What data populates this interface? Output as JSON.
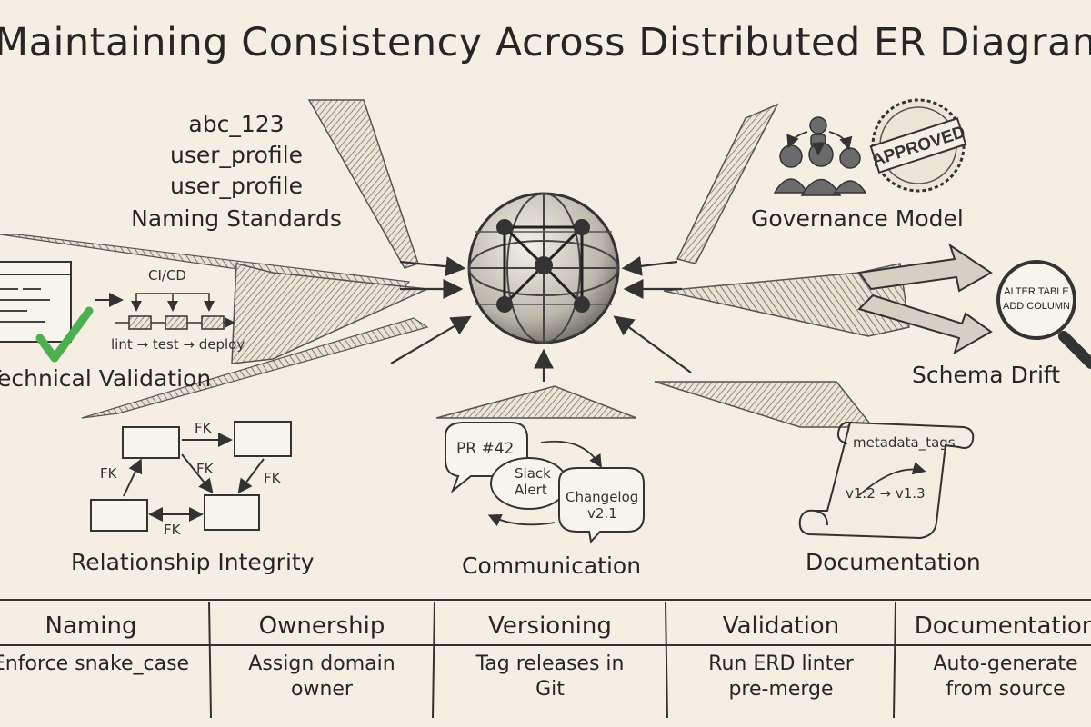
{
  "title": "Maintaining Consistency Across Distributed ER Diagrams",
  "naming": {
    "examples": [
      "abc_123",
      "user_profile",
      "user_profile"
    ],
    "label": "Naming Standards"
  },
  "governance": {
    "stamp": "APPROVED",
    "label": "Governance Model"
  },
  "technical": {
    "pipeline_title": "CI/CD",
    "steps": "lint → test → deploy",
    "label": "Technical Validation"
  },
  "drift": {
    "lens_line1": "ALTER TABLE",
    "lens_line2": "ADD COLUMN",
    "label": "Schema Drift"
  },
  "relationship": {
    "fk": "FK",
    "label": "Relationship Integrity"
  },
  "communication": {
    "pr": "PR #42",
    "slack_line1": "Slack",
    "slack_line2": "Alert",
    "changelog_line1": "Changelog",
    "changelog_line2": "v2.1",
    "label": "Communication"
  },
  "documentation": {
    "tag": "metadata_tags",
    "versions": "v1.2 → v1.3",
    "label": "Documentation"
  },
  "table": [
    {
      "header": "Naming",
      "lines": [
        "Enforce snake_case"
      ]
    },
    {
      "header": "Ownership",
      "lines": [
        "Assign domain",
        "owner"
      ]
    },
    {
      "header": "Versioning",
      "lines": [
        "Tag releases in",
        "Git"
      ]
    },
    {
      "header": "Validation",
      "lines": [
        "Run ERD linter",
        "pre-merge"
      ]
    },
    {
      "header": "Documentation",
      "lines": [
        "Auto-generate",
        "from source"
      ]
    }
  ],
  "colors": {
    "paper": "#f4efe2",
    "ink": "#2b2b2b",
    "check": "#4caf50",
    "hatch": "#8a8a8a"
  }
}
